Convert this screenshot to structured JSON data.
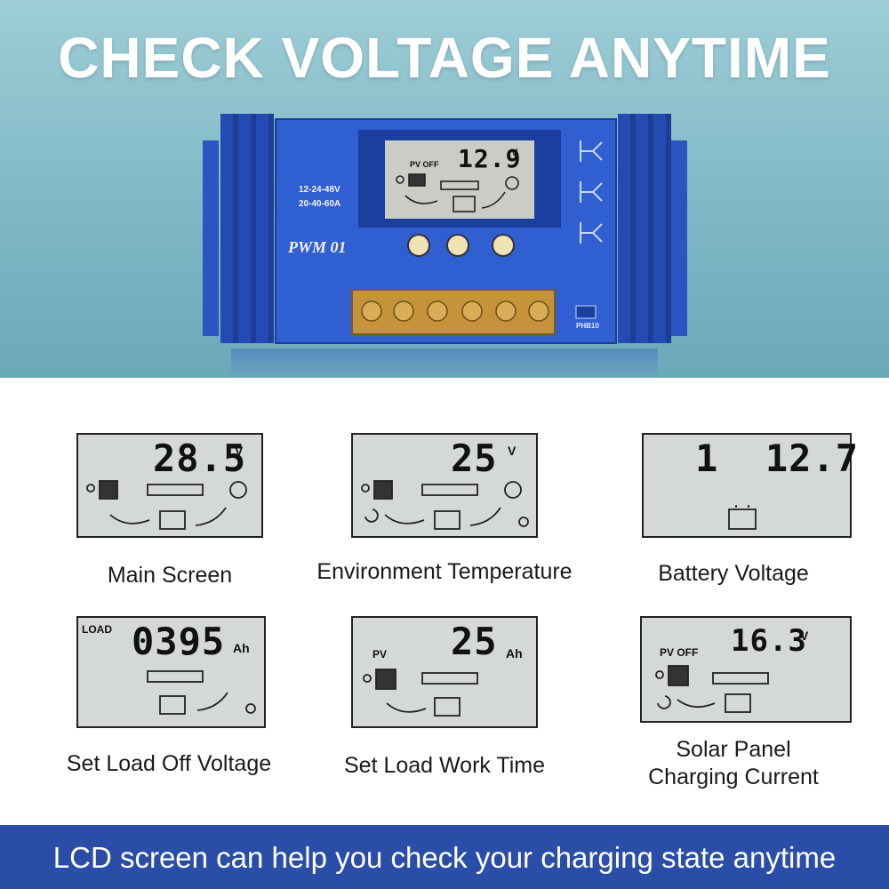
{
  "headline": "CHECK VOLTAGE ANYTIME",
  "device": {
    "model": "PWM 01",
    "spec_line1": "12-24-48V",
    "spec_line2": "20-40-60A",
    "port_label": "PHB10",
    "lcd": {
      "status": "PV OFF",
      "value": "12.9",
      "unit": "V"
    }
  },
  "panels": [
    {
      "caption": "Main Screen",
      "value": "28.5",
      "unit": "V"
    },
    {
      "caption": "Environment Temperature",
      "value": "25",
      "unit": "V"
    },
    {
      "caption": "Battery Voltage",
      "value": "1  12.7"
    },
    {
      "caption": "Set Load Off Voltage",
      "label": "LOAD",
      "value": "0395",
      "unit": "Ah"
    },
    {
      "caption": "Set Load Work Time",
      "label": "PV",
      "value": "25",
      "unit": "Ah"
    },
    {
      "caption_line1": "Solar Panel",
      "caption_line2": "Charging Current",
      "label": "PV OFF",
      "value": "16.3",
      "unit": "V"
    }
  ],
  "footer": "LCD screen can help you check your charging state anytime",
  "colors": {
    "device_blue": "#2f5fd0",
    "footer_blue": "#2a4ea8",
    "lcd_bg": "#c9cdc6"
  }
}
